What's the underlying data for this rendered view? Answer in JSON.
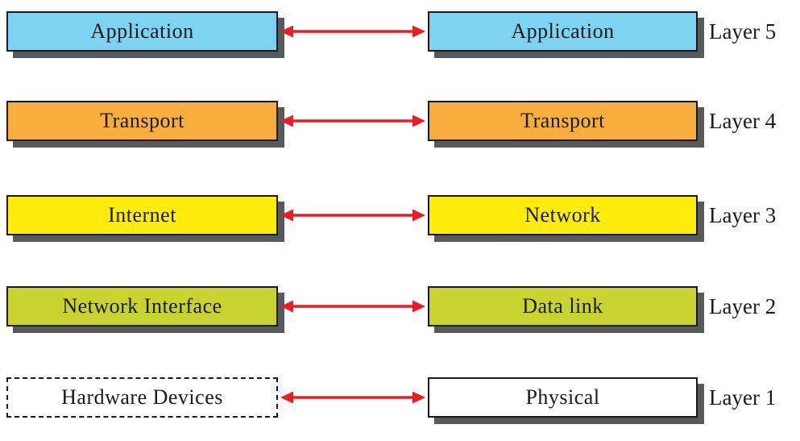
{
  "palette": {
    "application_blue": "#7ed3f2",
    "transport_orange": "#f8ae3d",
    "network_yellow": "#ffec0a",
    "datalink_green": "#c9d32f",
    "physical_white": "#ffffff",
    "arrow_red": "#ec1c24",
    "shadow_gray": "#58595b",
    "border_black": "#1a1a1a"
  },
  "rows": [
    {
      "left_label": "Application",
      "right_label": "Application",
      "layer_label": "Layer 5",
      "color": "#7ed3f2",
      "left_dashed": false
    },
    {
      "left_label": "Transport",
      "right_label": "Transport",
      "layer_label": "Layer 4",
      "color": "#f8ae3d",
      "left_dashed": false
    },
    {
      "left_label": "Internet",
      "right_label": "Network",
      "layer_label": "Layer 3",
      "color": "#ffec0a",
      "left_dashed": false
    },
    {
      "left_label": "Network Interface",
      "right_label": "Data link",
      "layer_label": "Layer 2",
      "color": "#c9d32f",
      "left_dashed": false
    },
    {
      "left_label": "Hardware Devices",
      "right_label": "Physical",
      "layer_label": "Layer 1",
      "color": "#ffffff",
      "left_dashed": true
    }
  ]
}
